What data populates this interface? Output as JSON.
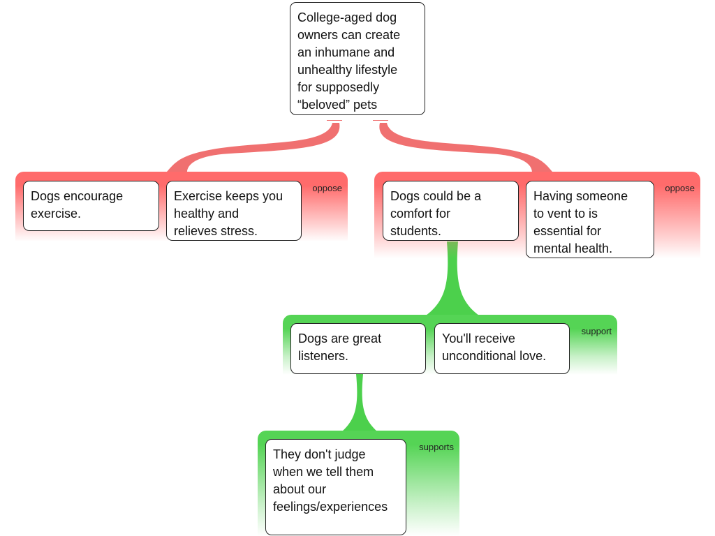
{
  "claim": "College-aged dog\nowners can create\nan inhumane and\nunhealthy lifestyle\nfor supposedly\n“beloved” pets",
  "groups": {
    "oppose_left": {
      "label": "oppose",
      "items": [
        "Dogs encourage\nexercise.",
        "Exercise keeps you\nhealthy and\nrelieves stress."
      ]
    },
    "oppose_right": {
      "label": "oppose",
      "items": [
        "Dogs could be a\ncomfort for\nstudents.",
        "Having someone\nto vent to is\nessential for\nmental health."
      ]
    },
    "support_mid": {
      "label": "support",
      "items": [
        "Dogs are great\nlisteners.",
        "You'll receive\nunconditional love."
      ]
    },
    "support_bottom": {
      "label": "supports",
      "items": [
        "They don't judge\nwhen we tell them\nabout our\nfeelings/experiences"
      ]
    }
  },
  "colors": {
    "oppose": "#f07070",
    "support": "#4cd04c"
  }
}
